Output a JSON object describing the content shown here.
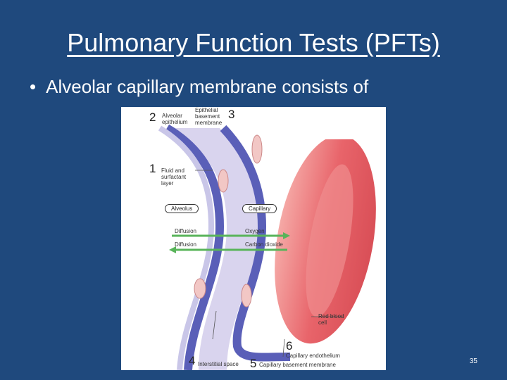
{
  "slide": {
    "title": "Pulmonary Function Tests (PFTs)",
    "bullet": "Alveolar capillary membrane consists of",
    "page_number": "35"
  },
  "figure": {
    "numbers": [
      "1",
      "2",
      "3",
      "4",
      "5",
      "6"
    ],
    "labels": {
      "alveolar_epithelium": "Alveolar epithelium",
      "epithelial_basement_membrane": "Epithelial basement membrane",
      "fluid_surfactant_layer": "Fluid and surfactant layer",
      "alveolus": "Alveolus",
      "capillary": "Capillary",
      "diffusion_1": "Diffusion",
      "diffusion_2": "Diffusion",
      "oxygen": "Oxygen",
      "carbon_dioxide": "Carbon dioxide",
      "red_blood_cell": "Red blood cell",
      "capillary_endothelium": "Capillary endothelium",
      "interstitial_space": "Interstitial space",
      "capillary_basement_membrane": "Capillary basement membrane"
    },
    "colors": {
      "background": "#1f497d",
      "membrane_blue": "#5a5fb8",
      "membrane_light": "#c9c6e8",
      "rbc_red": "#e8646a",
      "rbc_light": "#f5a9a6",
      "arrow_green": "#59b45a"
    }
  }
}
